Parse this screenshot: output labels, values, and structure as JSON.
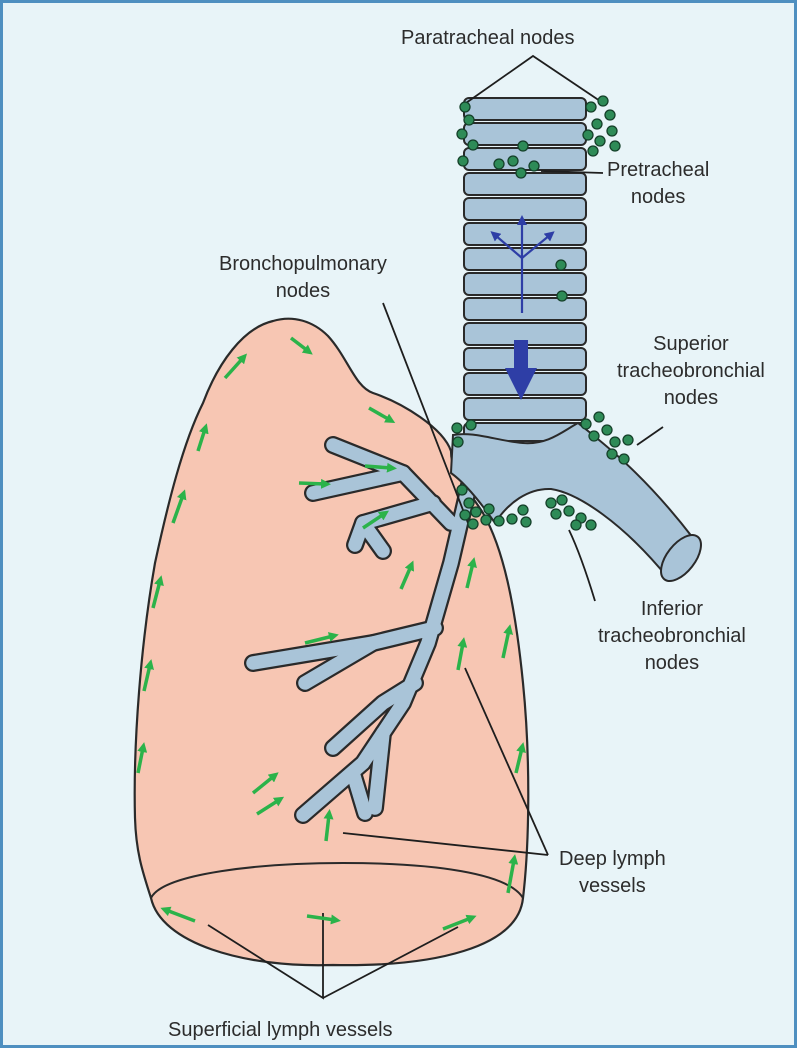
{
  "labels": {
    "paratracheal": [
      "Paratracheal nodes"
    ],
    "pretracheal": [
      "Pretracheal",
      "nodes"
    ],
    "bronchopulmonary": [
      "Bronchopulmonary",
      "nodes"
    ],
    "superior_tracheobronchial": [
      "Superior",
      "tracheobronchial",
      "nodes"
    ],
    "inferior_tracheobronchial": [
      "Inferior",
      "tracheobronchial",
      "nodes"
    ],
    "deep_lymph_vessels": [
      "Deep lymph",
      "vessels"
    ],
    "superficial_lymph_vessels": [
      "Superficial lymph vessels"
    ]
  },
  "colors": {
    "background": "#e8f4f8",
    "frame": "#4e8fc0",
    "lung_fill": "#f7c6b3",
    "airway_fill": "#a9c4d8",
    "outline": "#2a2a2a",
    "lymph_node": "#2e8b57",
    "lymph_flow_arrow": "#2bb34a",
    "airflow_arrow": "#2e3ea6"
  },
  "icons": {
    "lymph_flow": "green-arrow-icon",
    "airflow": "blue-arrow-icon",
    "lymph_node": "green-dot-icon"
  }
}
